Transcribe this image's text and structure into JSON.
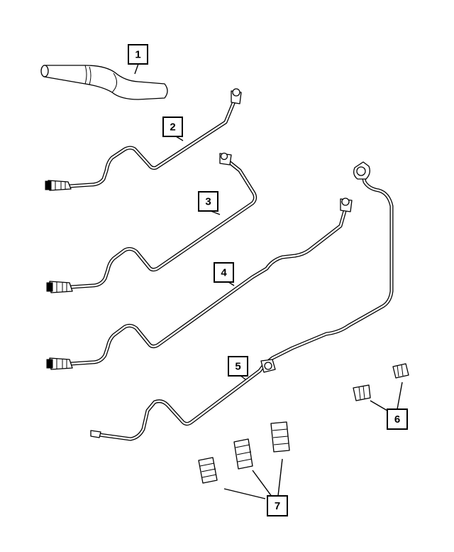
{
  "diagram": {
    "callouts": [
      {
        "number": "1",
        "part": "hose"
      },
      {
        "number": "2",
        "part": "tube"
      },
      {
        "number": "3",
        "part": "tube"
      },
      {
        "number": "4",
        "part": "tube"
      },
      {
        "number": "5",
        "part": "tube"
      },
      {
        "number": "6",
        "part": "clip"
      },
      {
        "number": "7",
        "part": "clip"
      }
    ],
    "colors": {
      "line": "#000000",
      "background": "#ffffff"
    }
  }
}
